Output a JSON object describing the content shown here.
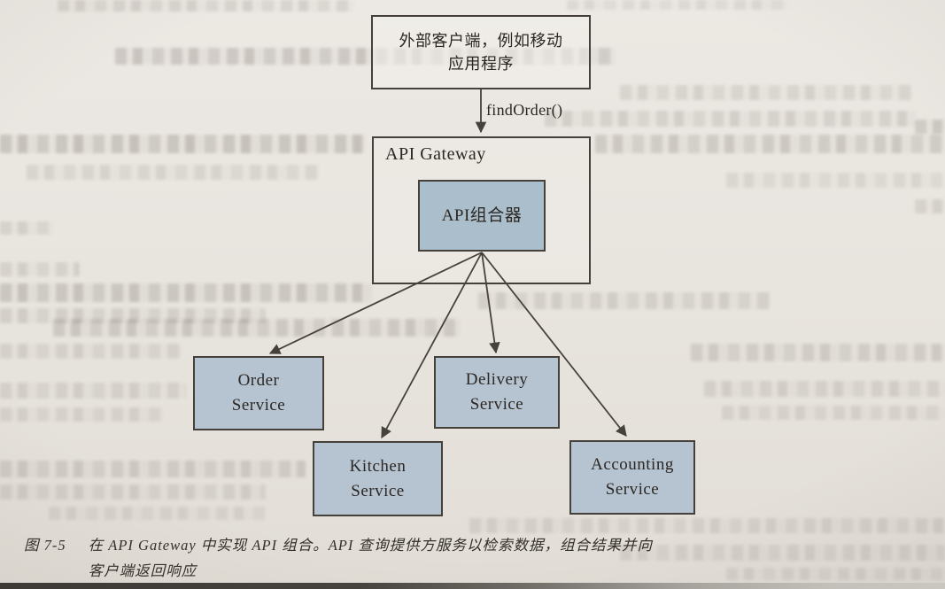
{
  "figure": {
    "client": {
      "label": "外部客户端，例如移动\n应用程序"
    },
    "method_call": "findOrder()",
    "gateway": {
      "label": "API Gateway"
    },
    "composer": {
      "label": "API组合器"
    },
    "services": [
      {
        "id": "order",
        "label": "Order\nService"
      },
      {
        "id": "delivery",
        "label": "Delivery\nService"
      },
      {
        "id": "kitchen",
        "label": "Kitchen\nService"
      },
      {
        "id": "accounting",
        "label": "Accounting\nService"
      }
    ],
    "colors": {
      "paper": "#e8e4de",
      "service_fill": "#b6c3d1",
      "composer_fill": "#abbecb",
      "box_border": "#45403a",
      "connector_line": "#46413b"
    }
  },
  "caption": {
    "figure_no": "图 7-5",
    "text": "在 API Gateway 中实现 API 组合。API 查询提供方服务以检索数据，组合结果并向\n客户端返回响应"
  }
}
